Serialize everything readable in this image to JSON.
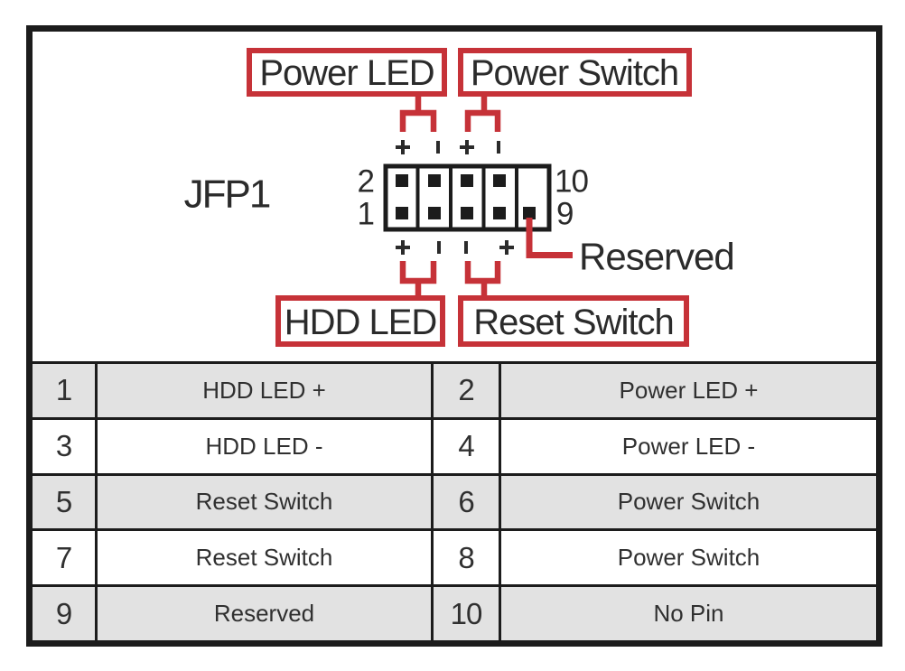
{
  "diagram": {
    "connector": "JFP1",
    "callout_power_led": "Power LED",
    "callout_power_switch": "Power Switch",
    "callout_hdd_led": "HDD LED",
    "callout_reset_switch": "Reset Switch",
    "callout_reserved": "Reserved",
    "pin_top_left": "2",
    "pin_bottom_left": "1",
    "pin_top_right": "10",
    "pin_bottom_right": "9"
  },
  "pin_table": {
    "rows": [
      [
        "1",
        "HDD LED +",
        "2",
        "Power LED +"
      ],
      [
        "3",
        "HDD LED -",
        "4",
        "Power LED -"
      ],
      [
        "5",
        "Reset Switch",
        "6",
        "Power Switch"
      ],
      [
        "7",
        "Reset Switch",
        "8",
        "Power Switch"
      ],
      [
        "9",
        "Reserved",
        "10",
        "No Pin"
      ]
    ]
  },
  "colors": {
    "accent_red": "#c63238",
    "line_black": "#1c1c1c",
    "row_gray": "#e2e2e2"
  }
}
